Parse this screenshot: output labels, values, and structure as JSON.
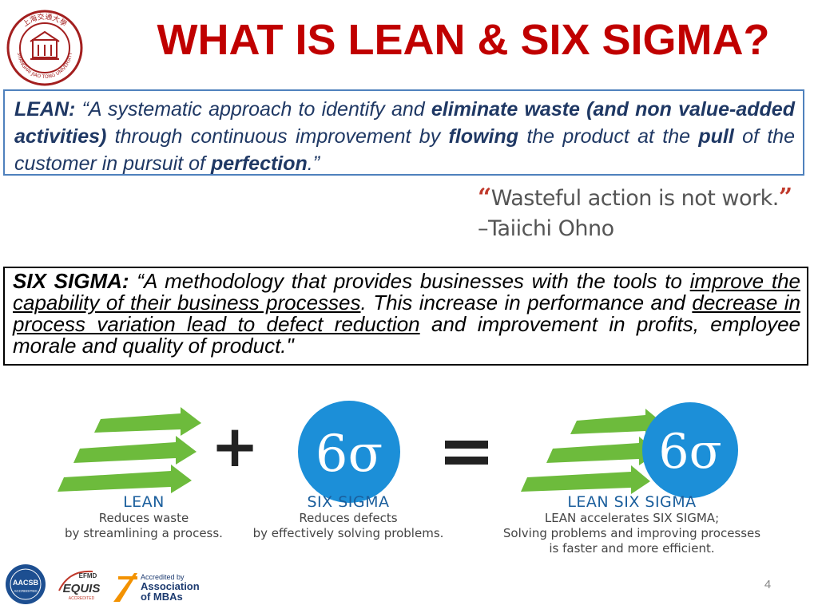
{
  "header": {
    "title": "WHAT IS LEAN & SIX SIGMA?",
    "university_logo_text": "SHANGHAI JIAO TONG UNIVERSITY",
    "university_logo_chars": "上海交通大學",
    "title_color": "#c00000"
  },
  "lean": {
    "term": "LEAN:",
    "p1": " “A systematic approach to identify and ",
    "b1": "eliminate waste (and non value-added activities)",
    "p2": " through continuous improvement by ",
    "b2": "flowing",
    "p3": " the product at the ",
    "b3": "pull",
    "p4": " of the customer in pursuit of ",
    "b4": "perfection",
    "p5": ".”"
  },
  "quote": {
    "open": "“",
    "text": "Wasteful action is not work.",
    "close": "”",
    "author": "–Taiichi Ohno"
  },
  "six_sigma": {
    "term": "SIX SIGMA:",
    "p1": " “A methodology that provides businesses with the tools to ",
    "u1": "improve the capability of their business processes",
    "p2": ". This increase in performance and ",
    "u2": "decrease in process variation lead to defect reduction",
    "p3": " and improvement in profits, employee morale and quality of product.",
    "p4": "\""
  },
  "graphic": {
    "plus": "+",
    "equals": "=",
    "sigma_symbol": "6σ",
    "lean": {
      "title": "LEAN",
      "desc1": "Reduces waste",
      "desc2": "by streamlining a process."
    },
    "six_sigma": {
      "title": "SIX SIGMA",
      "desc1": "Reduces defects",
      "desc2": "by effectively solving problems."
    },
    "lss": {
      "title": "LEAN SIX SIGMA",
      "desc1": "LEAN accelerates SIX SIGMA;",
      "desc2": "Solving problems and improving processes",
      "desc3": "is faster and more efficient."
    },
    "arrow_color": "#6dbb3c",
    "circle_color": "#1c8fd8"
  },
  "footer": {
    "aacsb": "AACSB",
    "aacsb_sub": "ACCREDITED",
    "efmd_top": "EFMD",
    "efmd_main": "EQUIS",
    "efmd_sub": "ACCREDITED",
    "amba_line1": "Accredited by",
    "amba_line2": "Association",
    "amba_line3": "of MBAs",
    "page_number": "4"
  }
}
